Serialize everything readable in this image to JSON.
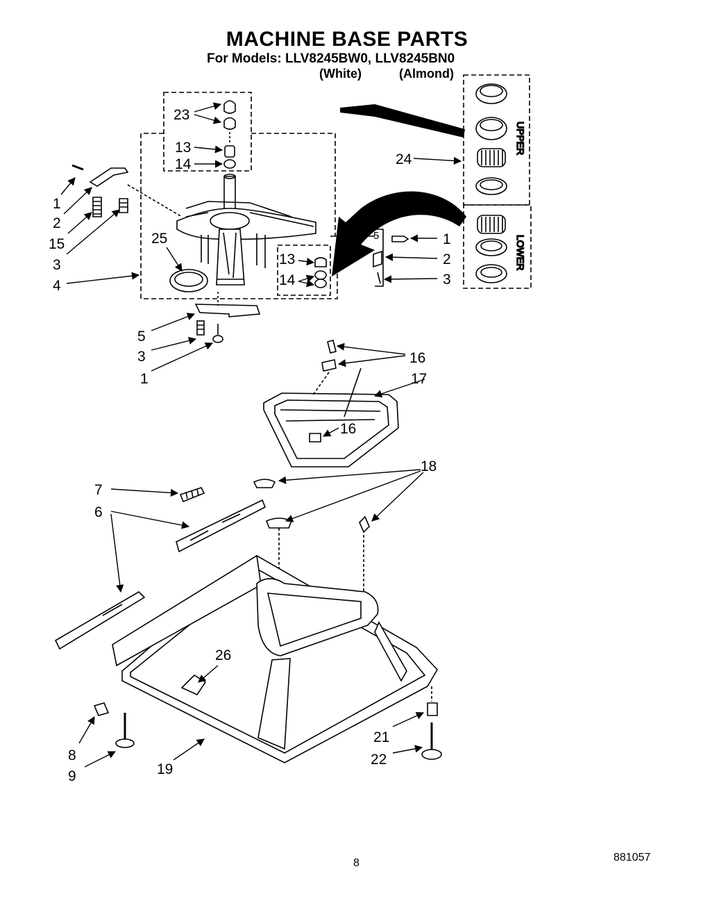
{
  "title": "MACHINE BASE PARTS",
  "subtitle": "For Models: LLV8245BW0, LLV8245BN0",
  "variants": [
    "(White)",
    "(Almond)"
  ],
  "side_labels": {
    "upper": "UPPER",
    "lower": "LOWER"
  },
  "callouts": {
    "c23": "23",
    "c13a": "13",
    "c14a": "14",
    "c1a": "1",
    "c2a": "2",
    "c15": "15",
    "c3a": "3",
    "c4": "4",
    "c25": "25",
    "c24": "24",
    "c5r": "5",
    "c1r": "1",
    "c2r": "2",
    "c3r": "3",
    "c13b": "13",
    "c14b": "14",
    "c5": "5",
    "c3b": "3",
    "c1b": "1",
    "c16a": "16",
    "c17": "17",
    "c16b": "16",
    "c7": "7",
    "c6": "6",
    "c18": "18",
    "c26": "26",
    "c8": "8",
    "c9": "9",
    "c19": "19",
    "c21": "21",
    "c22": "22"
  },
  "page_number": "8",
  "doc_number": "881057"
}
